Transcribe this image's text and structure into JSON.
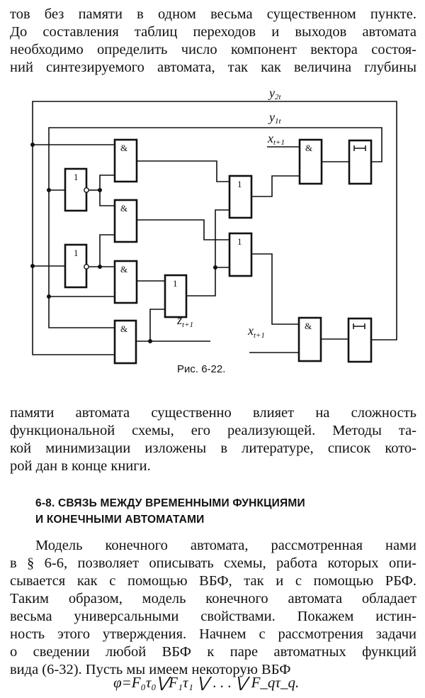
{
  "paragraph1": [
    "тов без памяти в одном весьма существенном пункте.",
    "До составления таблиц переходов и выходов автомата",
    "необходимо определить число компонент вектора состоя-",
    "ний синтезируемого автомата, так как величина глубины"
  ],
  "figure": {
    "caption": "Рис. 6-22.",
    "labels": {
      "y2": "y",
      "y2_sub": "2t",
      "y1": "y",
      "y1_sub": "1t",
      "x_top": "x",
      "x_top_sub": "t+1",
      "z": "z",
      "z_sub": "t+1",
      "x_bot": "x",
      "x_bot_sub": "t+1"
    },
    "and_symbol": "&",
    "or_symbol": "1"
  },
  "paragraph2": [
    "памяти автомата существенно влияет на сложность",
    "функциональной схемы, его реализующей. Методы та-",
    "кой минимизации изложены в литературе, список кото-",
    "рой дан в конце книги."
  ],
  "section_heading": [
    "6-8. СВЯЗЬ МЕЖДУ ВРЕМЕННЫМИ ФУНКЦИЯМИ",
    "И КОНЕЧНЫМИ АВТОМАТАМИ"
  ],
  "paragraph3": [
    "Модель конечного автомата, рассмотренная нами",
    "в § 6-6, позволяет описывать схемы, работа которых опи-",
    "сывается как с помощью ВБФ, так и с помощью РБФ.",
    "Таким образом, модель конечного автомата обладает",
    "весьма универсальными свойствами. Покажем истин-",
    "ность этого утверждения. Начнем с рассмотрения задачи",
    "о сведении любой ВБФ к паре автоматных функций",
    "вида (6-32). Пусть мы имеем некоторую ВБФ"
  ],
  "formula": "φ=F₀τ₀⋁F₁τ₁ ⋁ . . . ⋁ F_qτ_q."
}
